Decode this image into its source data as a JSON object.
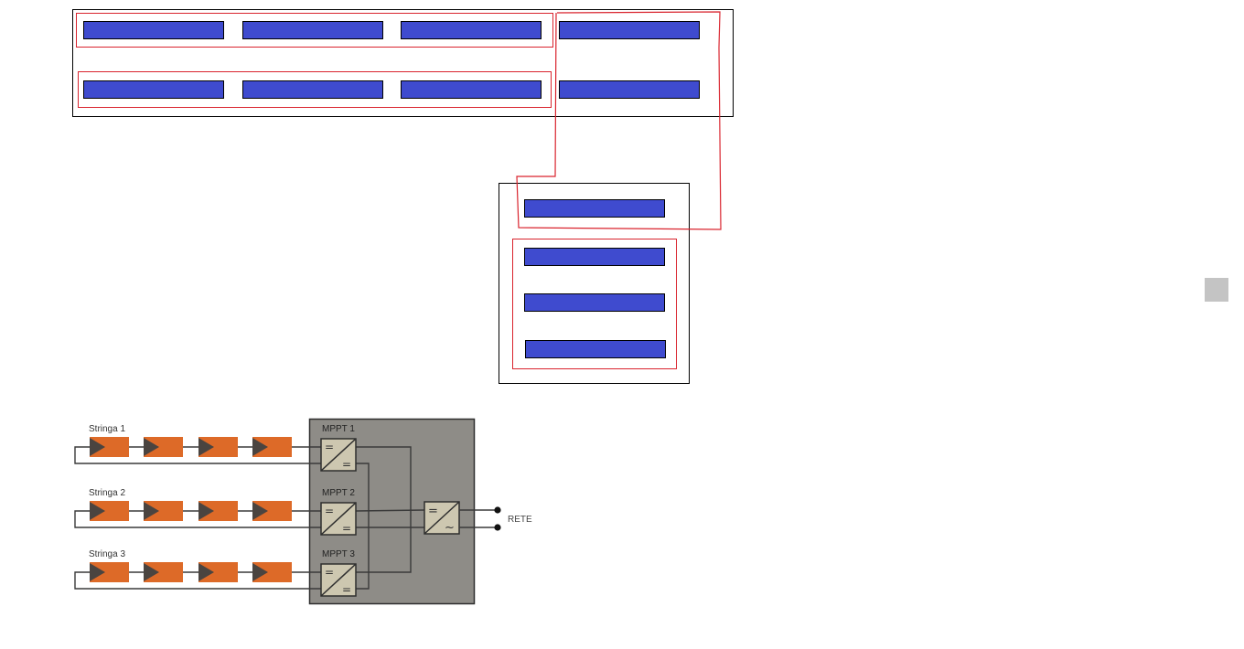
{
  "layout_editor": {
    "colors": {
      "module_fill": "#3f4bcf",
      "group_outline": "#d9232d",
      "panel_outline": "#000000"
    },
    "roof_panel": {
      "rows": [
        {
          "modules": 4
        },
        {
          "modules": 4
        }
      ]
    },
    "secondary_panel": {
      "modules": 4
    }
  },
  "schematic": {
    "strings": [
      {
        "label": "Stringa 1",
        "modules": 4,
        "mppt": "MPPT 1"
      },
      {
        "label": "Stringa 2",
        "modules": 4,
        "mppt": "MPPT 2"
      },
      {
        "label": "Stringa 3",
        "modules": 4,
        "mppt": "MPPT 3"
      }
    ],
    "mppt_labels": [
      "MPPT 1",
      "MPPT 2",
      "MPPT 3"
    ],
    "dcdc_symbol_top": "=",
    "dcdc_symbol_bottom": "=",
    "inverter_symbol_top": "=",
    "inverter_symbol_bottom": "~",
    "grid_label": "RETE",
    "colors": {
      "module_fill": "#dd6a28",
      "arrow": "#4a4440",
      "inverter_box": "#8e8c87",
      "converter": "#cdc7b0",
      "wire": "#3a3a3a"
    }
  }
}
